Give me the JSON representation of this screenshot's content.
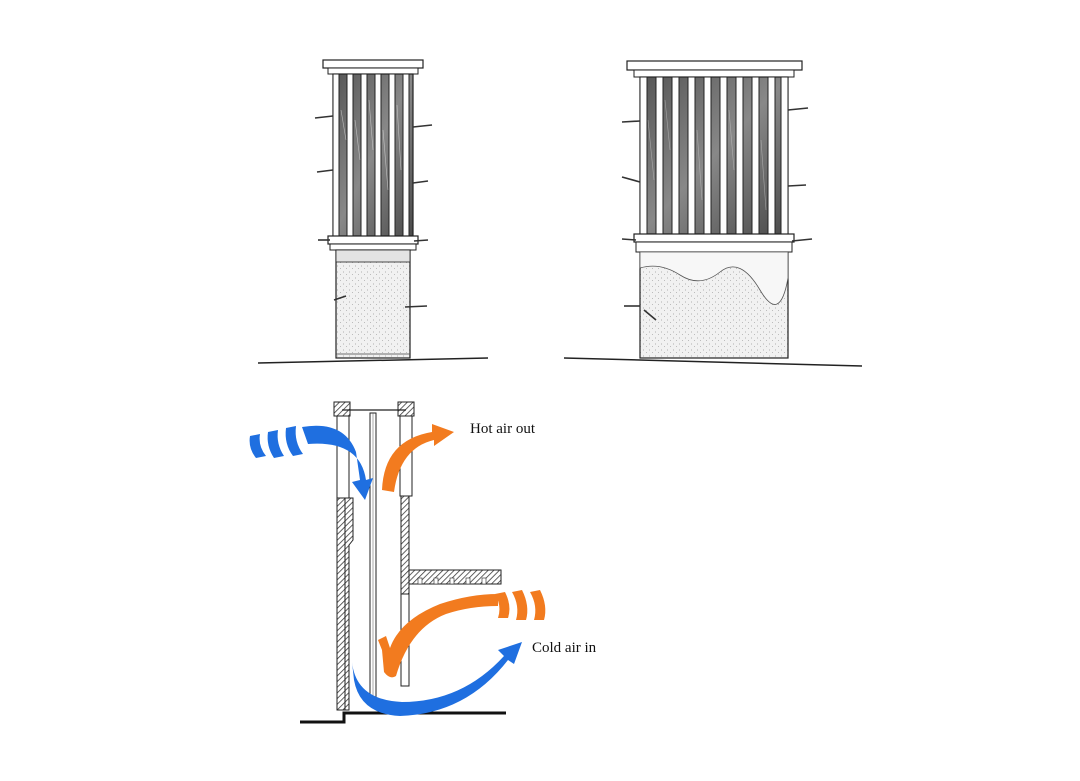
{
  "labels": {
    "hot_air": "Hot air out",
    "cold_air": "Cold air in"
  },
  "colors": {
    "cold_flow": "#1f6fe0",
    "hot_flow": "#f27b1f",
    "ink": "#222222",
    "hatch": "#3a3a3a",
    "grille_fill": "#6d6d6d",
    "stone_fill": "#e9e9e9"
  },
  "icons": {
    "cold_flow": "curved-arrow-blue",
    "hot_flow": "curved-arrow-orange"
  }
}
